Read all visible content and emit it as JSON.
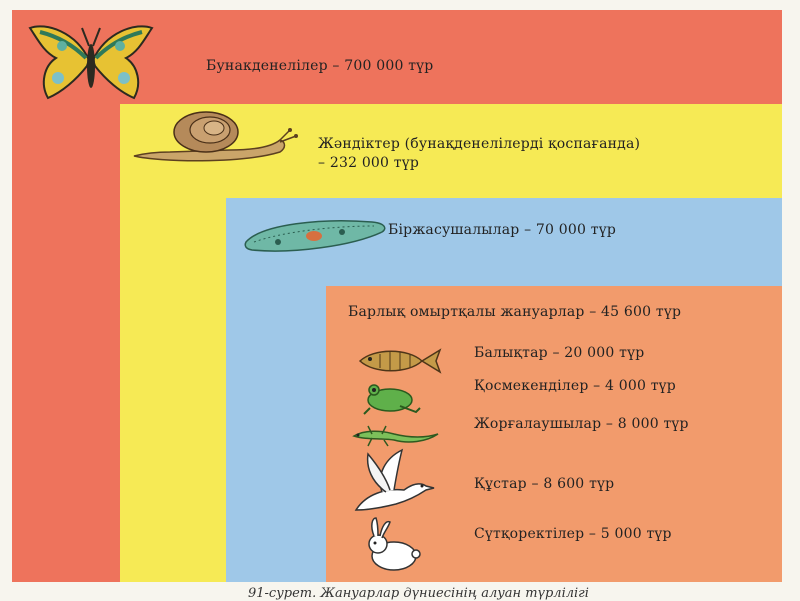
{
  "layers": {
    "insects": {
      "label": "Бунакденелілер – 700 000 түр",
      "color": "#ee735c"
    },
    "invertebrates": {
      "label_line1": "Жәндіктер (бунақденелілерді қоспағанда)",
      "label_line2": "– 232 000 түр",
      "color": "#f6ea55"
    },
    "protozoa": {
      "label": "Біржасушалылар – 70 000 түр",
      "color": "#9fc8e8"
    },
    "vertebrates": {
      "label": "Барлық омыртқалы жануарлар – 45 600 түр",
      "color": "#f29b6c",
      "groups": [
        {
          "label": "Балықтар – 20 000 түр",
          "icon": "fish-icon"
        },
        {
          "label": "Қосмекенділер – 4 000 түр",
          "icon": "frog-icon"
        },
        {
          "label": "Жорғалаушылар – 8 000 түр",
          "icon": "lizard-icon"
        },
        {
          "label": "Құстар – 8 600 түр",
          "icon": "bird-icon"
        },
        {
          "label": "Сүтқоректілер – 5 000 түр",
          "icon": "rabbit-icon"
        }
      ]
    }
  },
  "caption": "91-сурет. Жануарлар дүниесінің алуан түрлілігі"
}
